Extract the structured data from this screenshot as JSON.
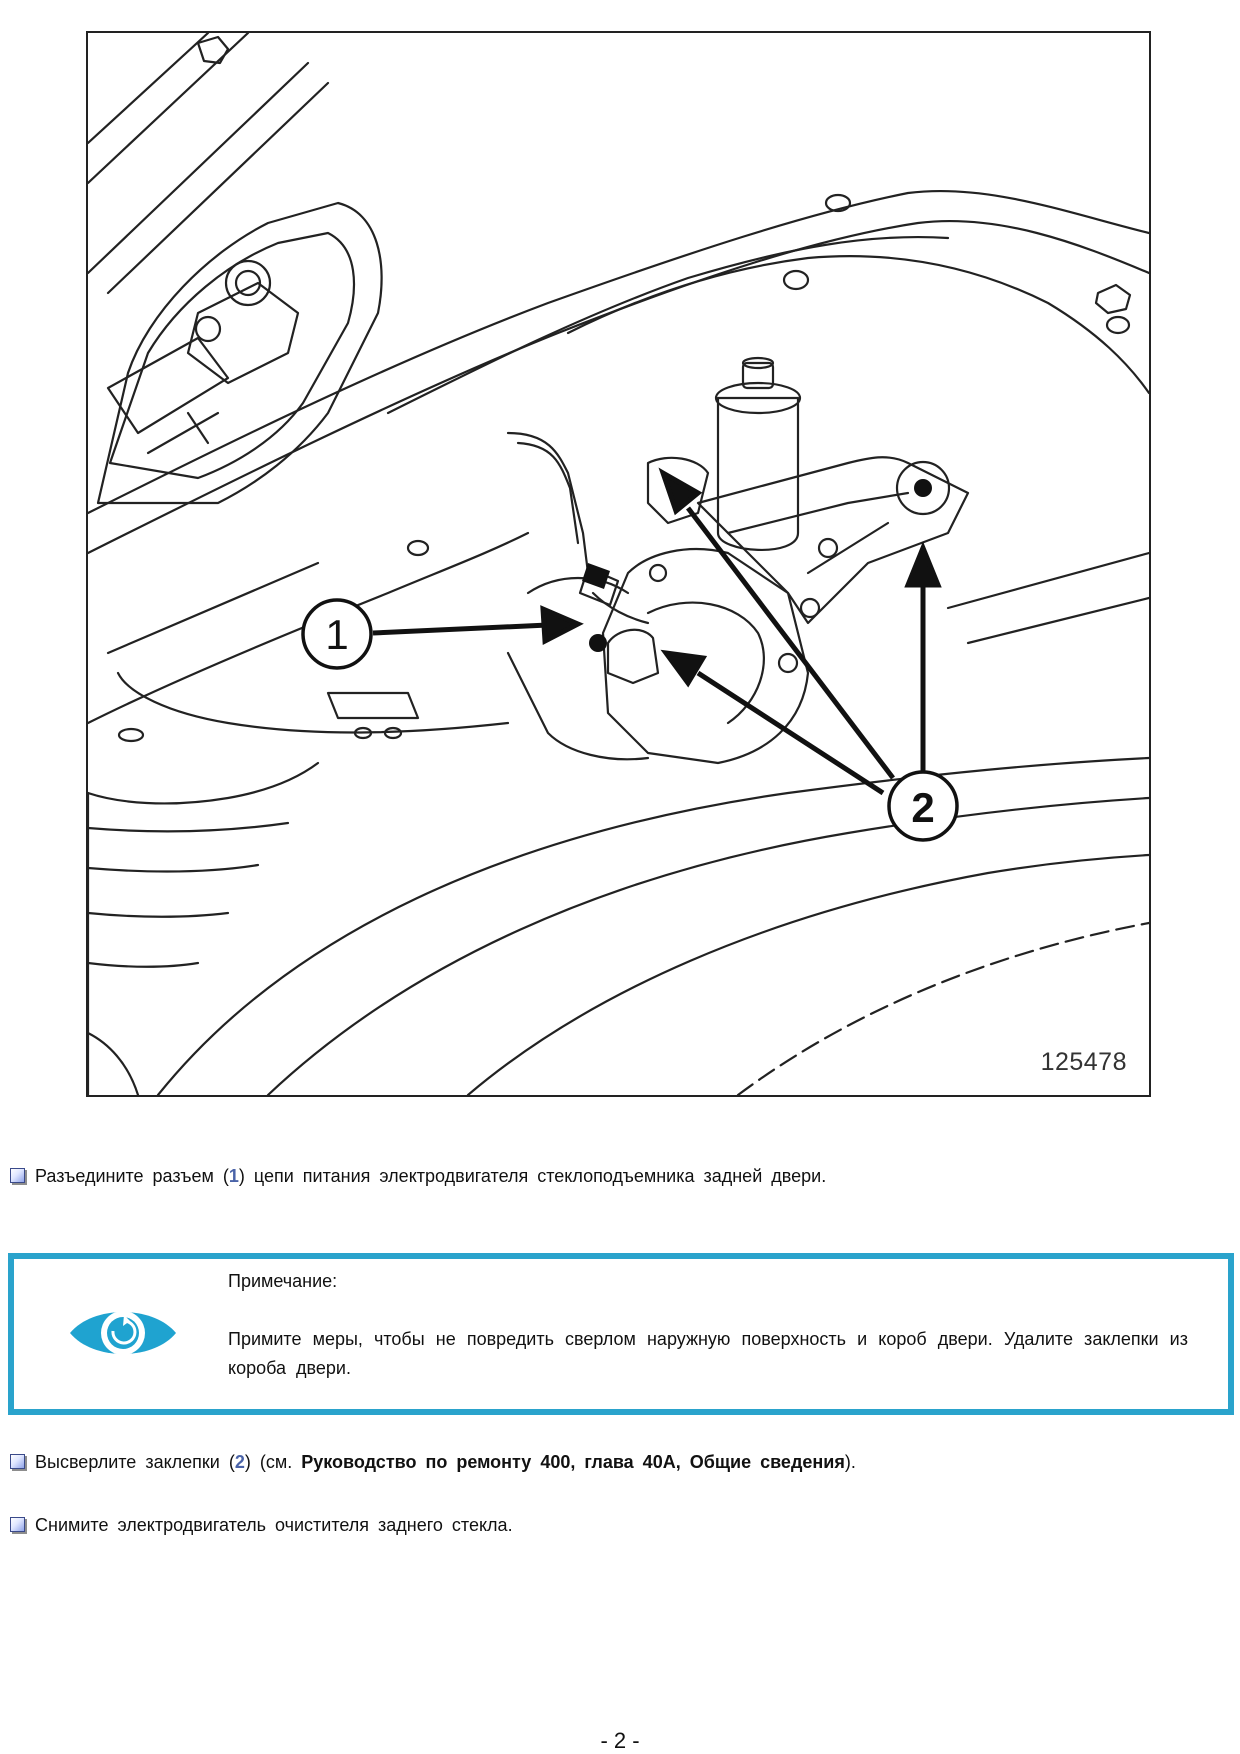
{
  "figure": {
    "id": "125478",
    "callouts": [
      "1",
      "2"
    ]
  },
  "steps": [
    {
      "before": "Разъедините разъем  (",
      "ref": "1",
      "after": ") цепи  питания  электродвигателя  стеклоподъемника  задней  двери."
    }
  ],
  "note": {
    "icon": "eye-icon",
    "title": "Примечание:",
    "body": "Примите меры, чтобы не повредить сверлом наружную поверхность и короб двери. Удалите заклепки из короба двери."
  },
  "steps2": [
    {
      "before": "Высверлите заклепки   (",
      "ref": "2",
      "middle": ") (см. ",
      "bold": "Руководство по ремонту 400, глава 40A, Общие сведения",
      "after": ")."
    },
    {
      "text": "Снимите  электродвигатель  очистителя  заднего  стекла."
    }
  ],
  "page_number": "- 2 -",
  "colors": {
    "note_border": "#2aa3cc",
    "ref": "#4a63a8",
    "eye": "#1fa3d0"
  }
}
